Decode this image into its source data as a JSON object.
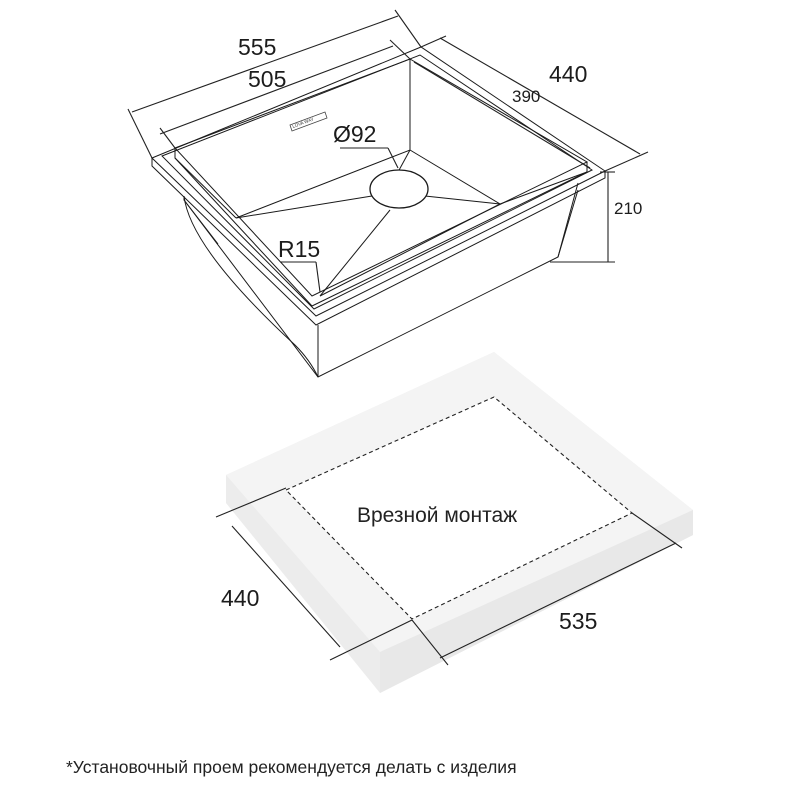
{
  "sink": {
    "dim_outer_width": "555",
    "dim_inner_width": "505",
    "dim_outer_depth": "440",
    "dim_inner_depth": "390",
    "dim_drain": "Ø92",
    "dim_height": "210",
    "dim_corner_radius": "R15",
    "brand_mark": "LOVA WAY"
  },
  "cutout": {
    "title": "Врезной монтаж",
    "dim_depth": "440",
    "dim_width": "535"
  },
  "footnote": "*Установочный проем рекомендуется делать с изделия"
}
